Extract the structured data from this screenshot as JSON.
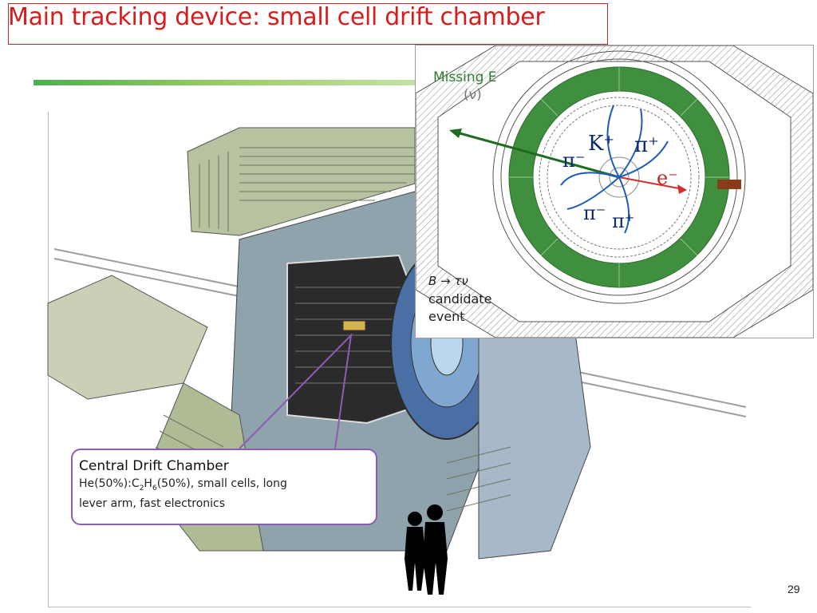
{
  "slide": {
    "title": "Main tracking device: small cell drift chamber",
    "page_number": "29"
  },
  "event_display": {
    "missing_label": "Missing E",
    "nu_label": "(ν)",
    "kaon_label": "K⁺",
    "pion_plus_label": "π⁺",
    "pion_minus_label": "π⁻",
    "electron_label": "e⁻",
    "pion_minus_2_label": "π⁻",
    "pion_plus_2_label": "π⁺",
    "caption_line1": "B → τν",
    "caption_line2": "candidate",
    "caption_line3": "event"
  },
  "callout": {
    "title": "Central Drift Chamber",
    "line1_a": "He(50%):C",
    "line1_sub1": "2",
    "line1_b": "H",
    "line1_sub2": "6",
    "line1_c": "(50%), small cells, long",
    "line2": "lever arm,  fast electronics"
  },
  "colors": {
    "title_red": "#d81b1b",
    "detector_green": "#3f8f3f",
    "track_blue": "#1e5bbf",
    "electron_red": "#d32f2f",
    "callout_border": "#8e5bb5"
  }
}
